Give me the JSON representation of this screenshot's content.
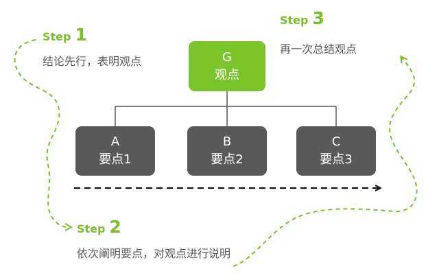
{
  "steps": [
    {
      "word": "Step",
      "num": "1",
      "desc": "结论先行，表明观点"
    },
    {
      "word": "Step",
      "num": "2",
      "desc": "依次阐明要点，对观点进行说明"
    },
    {
      "word": "Step",
      "num": "3",
      "desc": "再一次总结观点"
    }
  ],
  "top_node": {
    "letter": "G",
    "label": "观点"
  },
  "key_points": [
    {
      "letter": "A",
      "label": "要点1"
    },
    {
      "letter": "B",
      "label": "要点2"
    },
    {
      "letter": "C",
      "label": "要点3"
    }
  ],
  "colors": {
    "accent_green": "#7cbd2c",
    "top_box": "#7cc42c",
    "key_box": "#595959",
    "text": "#5a5a5a",
    "arrow": "#111111"
  }
}
